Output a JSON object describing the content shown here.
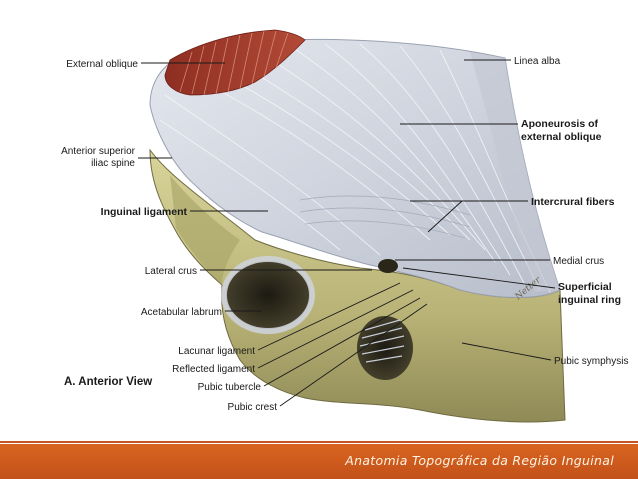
{
  "illustration": {
    "view_caption": "A. Anterior View",
    "signature": "Netter",
    "labels": {
      "external_oblique": "External oblique",
      "linea_alba": "Linea alba",
      "asis_line1": "Anterior superior",
      "asis_line2": "iliac spine",
      "aponeurosis_line1": "Aponeurosis of",
      "aponeurosis_line2": "external oblique",
      "inguinal_ligament": "Inguinal ligament",
      "intercrural_fibers": "Intercrural fibers",
      "lateral_crus": "Lateral crus",
      "medial_crus": "Medial crus",
      "superficial_ring_line1": "Superficial",
      "superficial_ring_line2": "inguinal ring",
      "acetabular_labrum": "Acetabular labrum",
      "lacunar_ligament": "Lacunar ligament",
      "reflected_ligament": "Reflected ligament",
      "pubic_tubercle": "Pubic tubercle",
      "pubic_crest": "Pubic crest",
      "pubic_symphysis": "Pubic symphysis"
    }
  },
  "footer": {
    "title": "Anatomia Topográfica da Região Inguinal",
    "accent_color": "#d35e1d"
  }
}
